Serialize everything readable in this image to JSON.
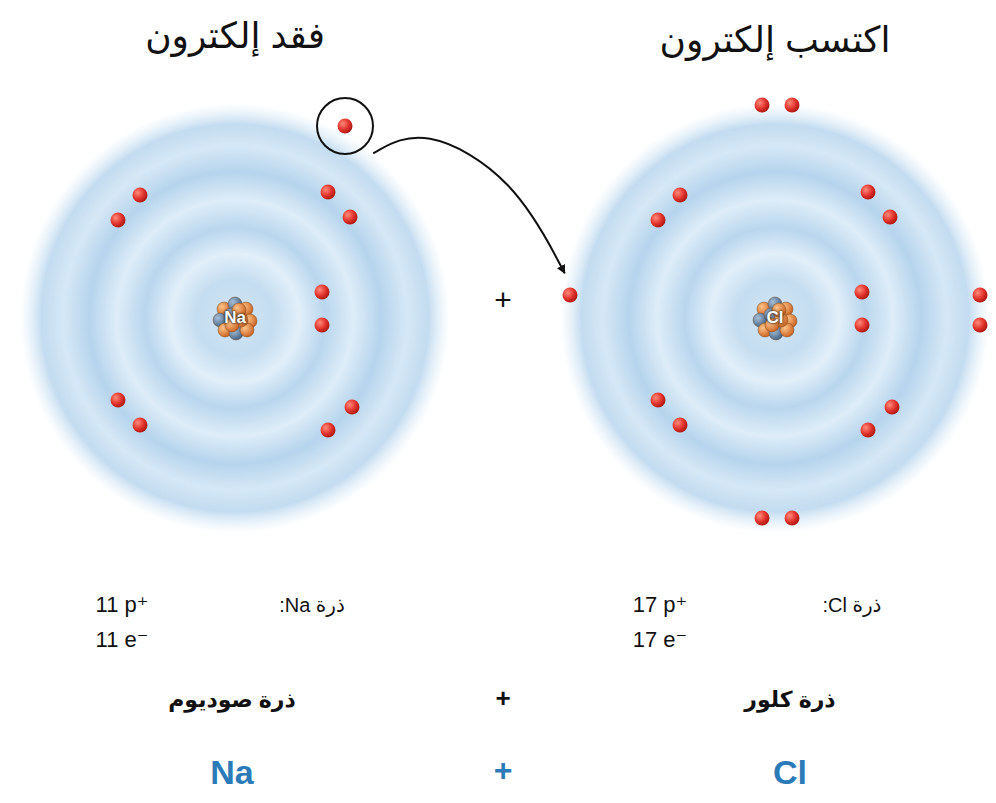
{
  "diagram": {
    "nodes": [
      {
        "text": [
          "فقد إلكترون",
          "Na"
        ]
      },
      {
        "text": [
          "اكتسب إلكترون",
          "Cl"
        ]
      }
    ],
    "edges": [
      {
        "from": 0,
        "to": 1,
        "arrow": "to"
      }
    ],
    "labels": [
      "+",
      "ذرة Na:",
      "11 p⁺",
      "11 e⁻",
      "ذرة Cl:",
      "17 p⁺",
      "17 e⁻",
      "ذرة صوديوم",
      "+",
      "ذرة كلور",
      "Na",
      "+",
      "Cl"
    ]
  }
}
